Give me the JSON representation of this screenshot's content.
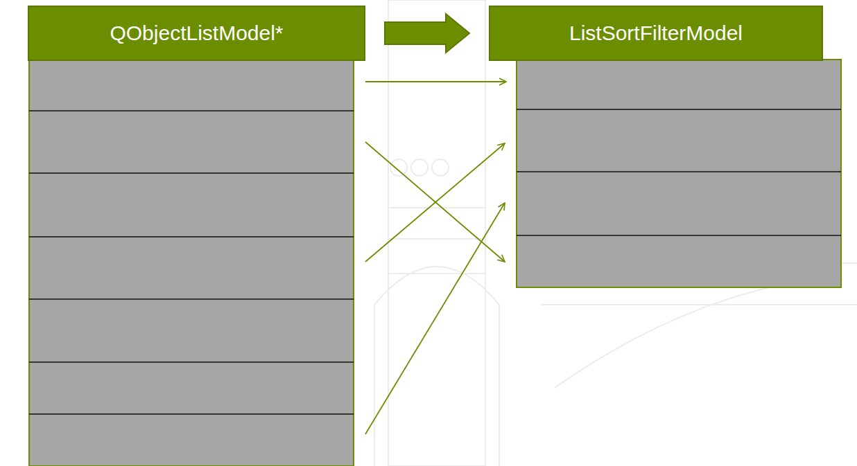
{
  "diagram": {
    "nodes": [
      {
        "text": [
          "QObjectListModel*"
        ]
      },
      {
        "text": [
          "ListSortFilterModel"
        ]
      }
    ],
    "edges": [
      {
        "from": 0,
        "to": 1,
        "arrow": "to"
      }
    ]
  }
}
